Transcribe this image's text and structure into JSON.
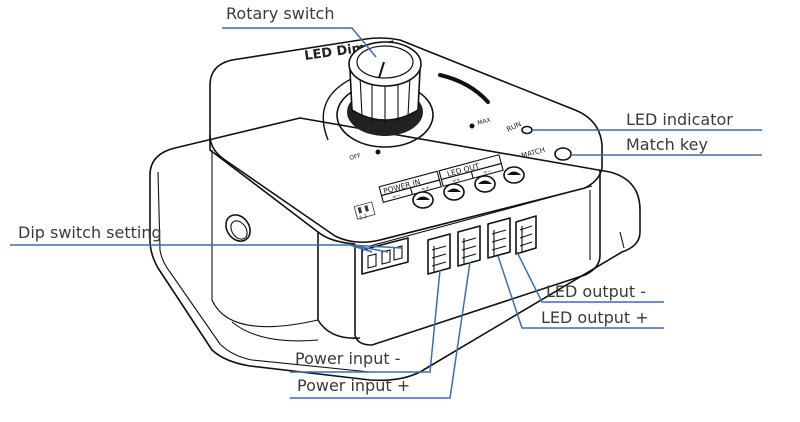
{
  "diagram": {
    "title": "LED Dimmer",
    "device_labels": {
      "brand_text": "LED Dimmer",
      "off": "OFF",
      "max": "MAX",
      "run": "RUN",
      "match": "MATCH",
      "power_in": "POWER IN",
      "led_out": "LED OUT",
      "terminal_marks": [
        "=−",
        "=+",
        "=+",
        "=−"
      ],
      "dip_numbers": "1 2"
    },
    "callouts": [
      {
        "id": "rotary-switch",
        "text": "Rotary switch"
      },
      {
        "id": "led-indicator",
        "text": "LED indicator"
      },
      {
        "id": "match-key",
        "text": "Match key"
      },
      {
        "id": "dip-switch-setting",
        "text": "Dip switch setting"
      },
      {
        "id": "led-output-minus",
        "text": "LED output -"
      },
      {
        "id": "led-output-plus",
        "text": "LED output +"
      },
      {
        "id": "power-input-minus",
        "text": "Power input -"
      },
      {
        "id": "power-input-plus",
        "text": "Power input +"
      }
    ],
    "colors": {
      "leader": "#3b6db3",
      "label_text": "#3a3a3a",
      "outline": "#111111"
    }
  }
}
